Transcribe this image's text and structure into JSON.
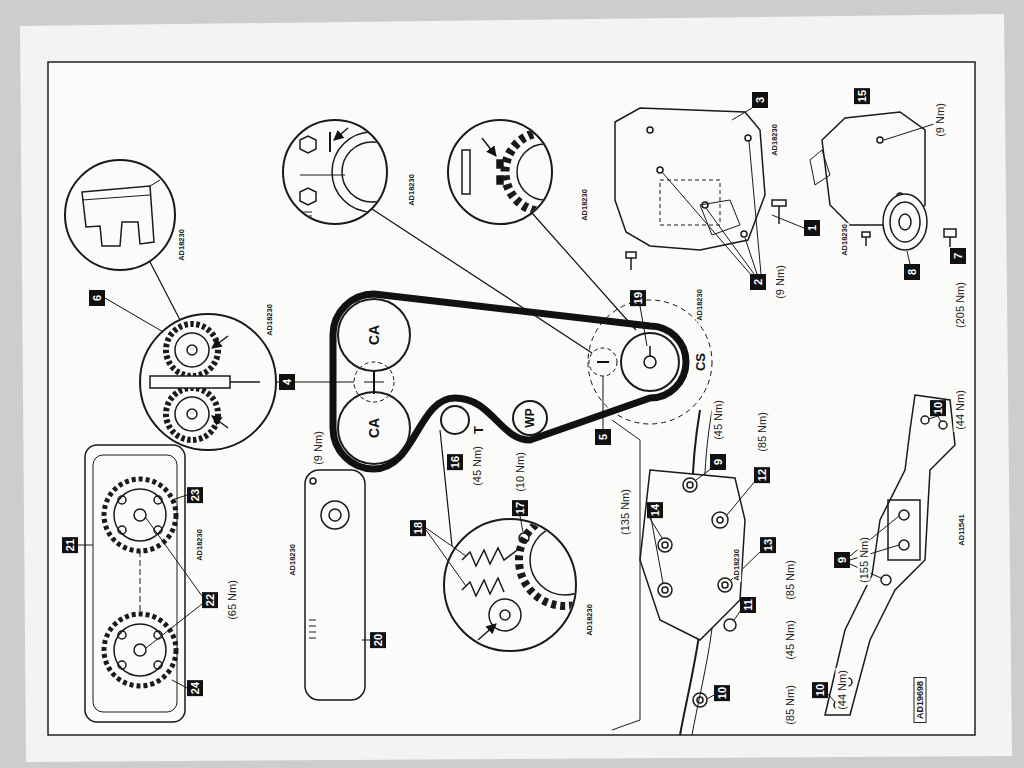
{
  "diagram": {
    "nodes": [
      {
        "text": [
          "CA"
        ]
      },
      {
        "text": [
          "CA"
        ]
      },
      {
        "text": [
          "T"
        ]
      },
      {
        "text": [
          "WP"
        ]
      },
      {
        "text": [
          "CS"
        ]
      }
    ],
    "labels": [
      "3",
      "15",
      "(9 Nm)",
      "AD18230",
      "1",
      "2",
      "(9 Nm)",
      "AD18230",
      "8",
      "7",
      "(205 Nm)",
      "AD18230",
      "AD18230",
      "6",
      "AD18230",
      "AD18230",
      "4",
      "19",
      "AD18230",
      "5",
      "16",
      "(45 Nm)",
      "17",
      "(10 Nm)",
      "18",
      "AD18230",
      "(9 Nm)",
      "20",
      "AD18230",
      "21",
      "23",
      "AD18230",
      "22",
      "(65 Nm)",
      "24",
      "14",
      "(135 Nm)",
      "9",
      "(45 Nm)",
      "12",
      "(85 Nm)",
      "13",
      "(85 Nm)",
      "AD18230",
      "11",
      "(45 Nm)",
      "10",
      "(85 Nm)",
      "10",
      "(44 Nm)",
      "9",
      "(155 Nm)",
      "AD11541",
      "10",
      "(44 Nm)",
      "AD19698"
    ]
  }
}
